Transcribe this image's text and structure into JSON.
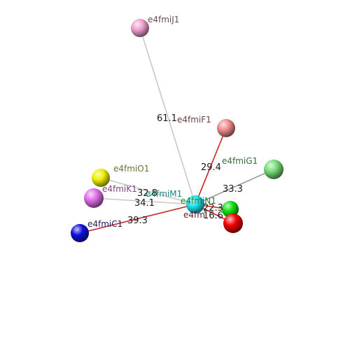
{
  "nodes": [
    {
      "id": "e4fmiJ1",
      "label": "e4fmiJ1",
      "color": "#f0a0d0",
      "label_color": "#6a4a5a"
    },
    {
      "id": "e4fmiF1",
      "label": "e4fmiF1",
      "color": "#f08c8c",
      "label_color": "#6a4040"
    },
    {
      "id": "e4fmiG1",
      "label": "e4fmiG1",
      "color": "#78dc78",
      "label_color": "#3a6a3a"
    },
    {
      "id": "e4fmiO1",
      "label": "e4fmiO1",
      "color": "#f0f000",
      "label_color": "#707030"
    },
    {
      "id": "e4fmiK1",
      "label": "e4fmiK1",
      "color": "#e070e8",
      "label_color": "#7a4a80"
    },
    {
      "id": "e4fmiC1",
      "label": "e4fmiC1",
      "color": "#1010e0",
      "label_color": "#202060"
    },
    {
      "id": "e4fmiM1",
      "label": "e4fmiM1",
      "color": "#20e0f0",
      "label_color": "#208080"
    },
    {
      "id": "e4fmiN1",
      "label": "e4fmiN1",
      "color": "#10e010",
      "label_color": "#208020"
    },
    {
      "id": "e4fmiL1",
      "label": "e4fmi",
      "color": "#f00000",
      "label_color": "#602020"
    }
  ],
  "edges": [
    {
      "from": "e4fmiM1",
      "to": "e4fmiJ1",
      "distance": "61.1",
      "color": "#c8c8c8"
    },
    {
      "from": "e4fmiM1",
      "to": "e4fmiF1",
      "distance": "29.4",
      "color": "#d02020"
    },
    {
      "from": "e4fmiM1",
      "to": "e4fmiG1",
      "distance": "33.3",
      "color": "#9a9a9a"
    },
    {
      "from": "e4fmiM1",
      "to": "e4fmiO1",
      "distance": "32.8",
      "color": "#c8c8c8"
    },
    {
      "from": "e4fmiM1",
      "to": "e4fmiK1",
      "distance": "34.1",
      "color": "#c8c8c8"
    },
    {
      "from": "e4fmiM1",
      "to": "e4fmiC1",
      "distance": "39.3",
      "color": "#d02020"
    },
    {
      "from": "e4fmiM1",
      "to": "e4fmiN1",
      "distance": "22.3",
      "color": "#d02020"
    },
    {
      "from": "e4fmiM1",
      "to": "e4fmiL1",
      "distance": "16.6",
      "color": "#d02020"
    }
  ]
}
